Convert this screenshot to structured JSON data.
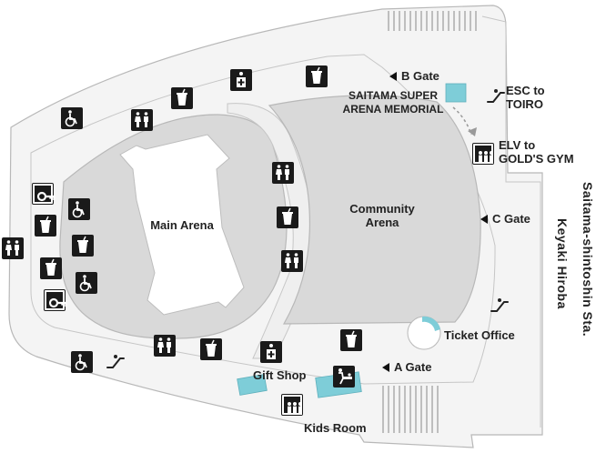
{
  "labels": {
    "main_arena": "Main Arena",
    "community_arena_line1": "Community",
    "community_arena_line2": "Arena",
    "b_gate": "B Gate",
    "a_gate": "A Gate",
    "c_gate": "C Gate",
    "memorial_line1": "SAITAMA SUPER",
    "memorial_line2": "ARENA MEMORIAL",
    "esc_line1": "ESC to",
    "esc_line2": "TOIRO",
    "elv_line1": "ELV to",
    "elv_line2": "GOLD'S GYM",
    "ticket_office": "Ticket Office",
    "gift_shop": "Gift Shop",
    "kids_room": "Kids Room",
    "station": "Saitama-shintoshin Sta.",
    "hiroba": "Keyaki Hiroba"
  },
  "colors": {
    "arena_fill": "#d9d9d9",
    "floor_fill": "#f4f4f4",
    "outline": "#b8b8b8",
    "accent_teal": "#7ecdd8",
    "icon_dark": "#1a1a1a"
  },
  "icons": [
    {
      "id": "accessible-icon-1",
      "type": "wheelchair"
    },
    {
      "id": "restroom-icon-1",
      "type": "restroom"
    },
    {
      "id": "cafe-icon-1",
      "type": "drink"
    },
    {
      "id": "first-aid-icon-1",
      "type": "first-aid"
    },
    {
      "id": "cafe-icon-2",
      "type": "drink"
    },
    {
      "id": "locker-icon-1",
      "type": "locker"
    },
    {
      "id": "accessible-icon-2",
      "type": "wheelchair"
    },
    {
      "id": "cafe-icon-3",
      "type": "drink"
    },
    {
      "id": "restroom-icon-2",
      "type": "restroom"
    },
    {
      "id": "cafe-icon-4",
      "type": "drink"
    },
    {
      "id": "cafe-icon-5",
      "type": "drink"
    },
    {
      "id": "accessible-icon-3",
      "type": "wheelchair"
    },
    {
      "id": "locker-icon-2",
      "type": "locker"
    },
    {
      "id": "restroom-icon-3",
      "type": "restroom"
    },
    {
      "id": "cafe-icon-6",
      "type": "drink"
    },
    {
      "id": "restroom-icon-4",
      "type": "restroom"
    },
    {
      "id": "restroom-icon-5",
      "type": "restroom"
    },
    {
      "id": "restroom-icon-6",
      "type": "restroom"
    },
    {
      "id": "cafe-icon-7",
      "type": "drink"
    },
    {
      "id": "first-aid-icon-2",
      "type": "first-aid"
    },
    {
      "id": "cafe-icon-8",
      "type": "drink"
    },
    {
      "id": "accessible-icon-4",
      "type": "wheelchair"
    },
    {
      "id": "baby-care-icon",
      "type": "baby-care"
    },
    {
      "id": "elevator-icon-1",
      "type": "elevator"
    },
    {
      "id": "elevator-icon-2",
      "type": "elevator"
    }
  ]
}
